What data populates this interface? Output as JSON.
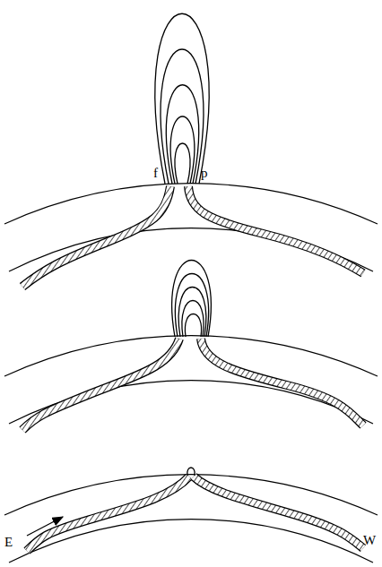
{
  "diagram": {
    "labels": [
      "f",
      "p",
      "E",
      "W"
    ]
  }
}
